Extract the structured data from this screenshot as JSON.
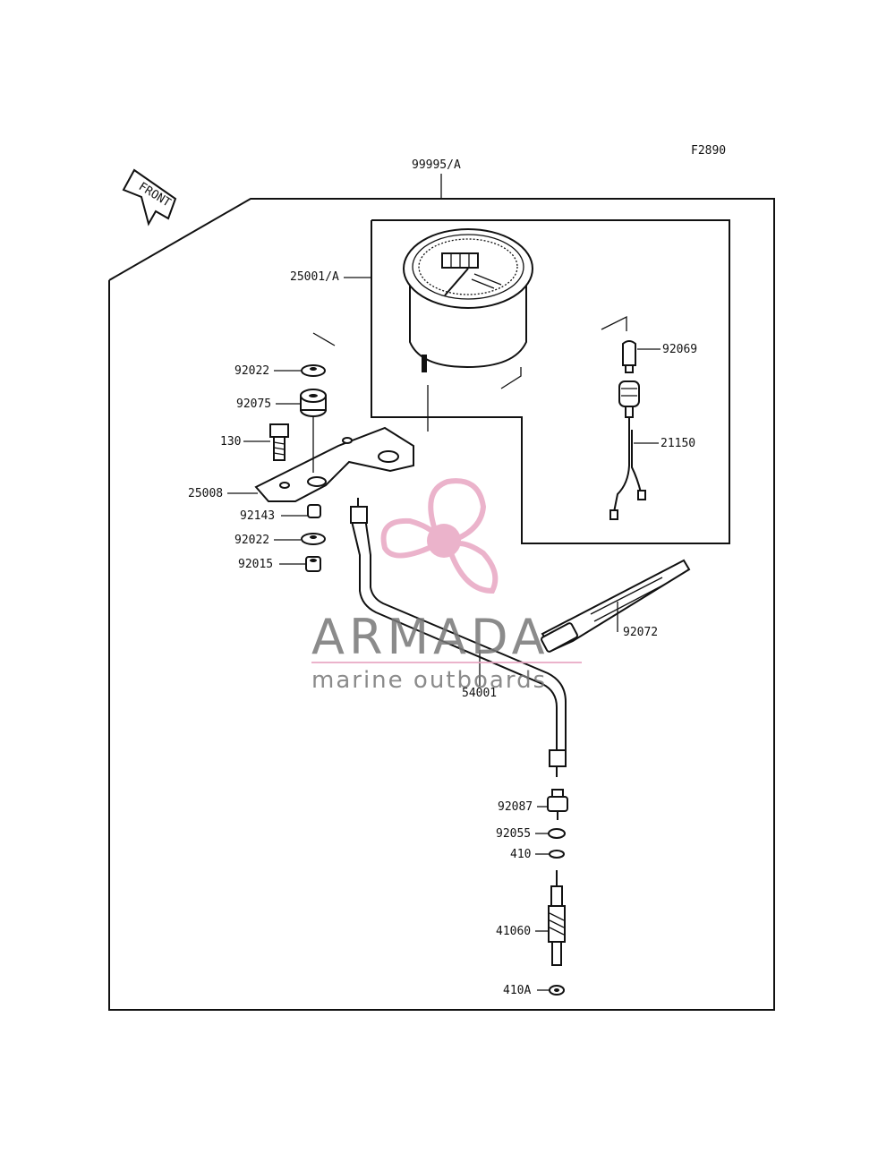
{
  "diagram_code": "F2890",
  "front_arrow_label": "FRONT",
  "assembly_label": "99995/A",
  "parts": {
    "speedometer": "25001/A",
    "bulb": "92069",
    "socket_harness": "21150",
    "washer_top": "92022",
    "grommet": "92075",
    "bolt": "130",
    "bracket": "25008",
    "collar": "92143",
    "washer_bottom": "92022",
    "nut": "92015",
    "band": "92072",
    "cable": "54001",
    "fitting": "92087",
    "oring": "92055",
    "washer_410": "410",
    "gear": "41060",
    "washer_410a": "410A"
  },
  "watermark": {
    "brand": "ARMADA",
    "tagline": "marine outboards",
    "accent_color": "#e8a6c2",
    "hub_color": "#e8a6c2",
    "text_color": "#777777"
  }
}
